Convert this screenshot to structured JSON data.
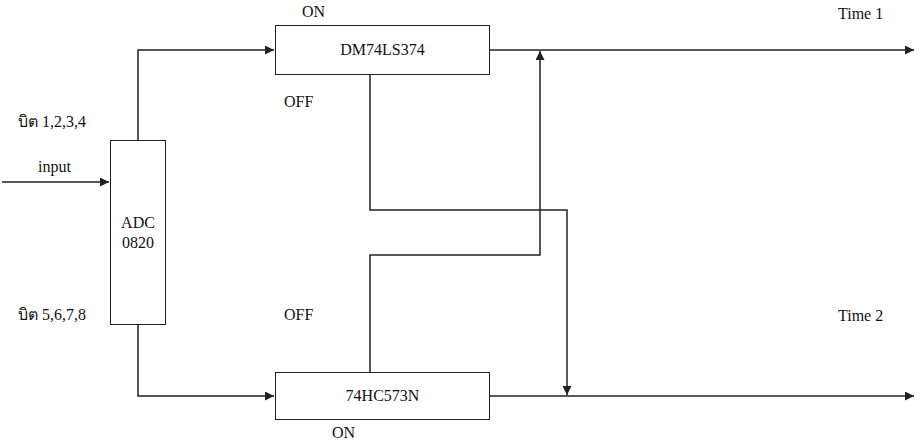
{
  "diagram": {
    "nodes": [
      {
        "text": [
          "DM74LS374"
        ]
      },
      {
        "text": [
          "ADC 0820"
        ]
      },
      {
        "text": [
          "74HC573N"
        ]
      }
    ],
    "edges": [
      {
        "from": 1,
        "to": 0,
        "arrow": "to"
      },
      {
        "from": 1,
        "to": 2,
        "arrow": "to"
      }
    ],
    "labels": [
      "ON",
      "Time 1",
      "บิต 1,2,3,4",
      "input",
      "OFF",
      "บิต 5,6,7,8",
      "OFF",
      "Time 2",
      "ON"
    ]
  }
}
